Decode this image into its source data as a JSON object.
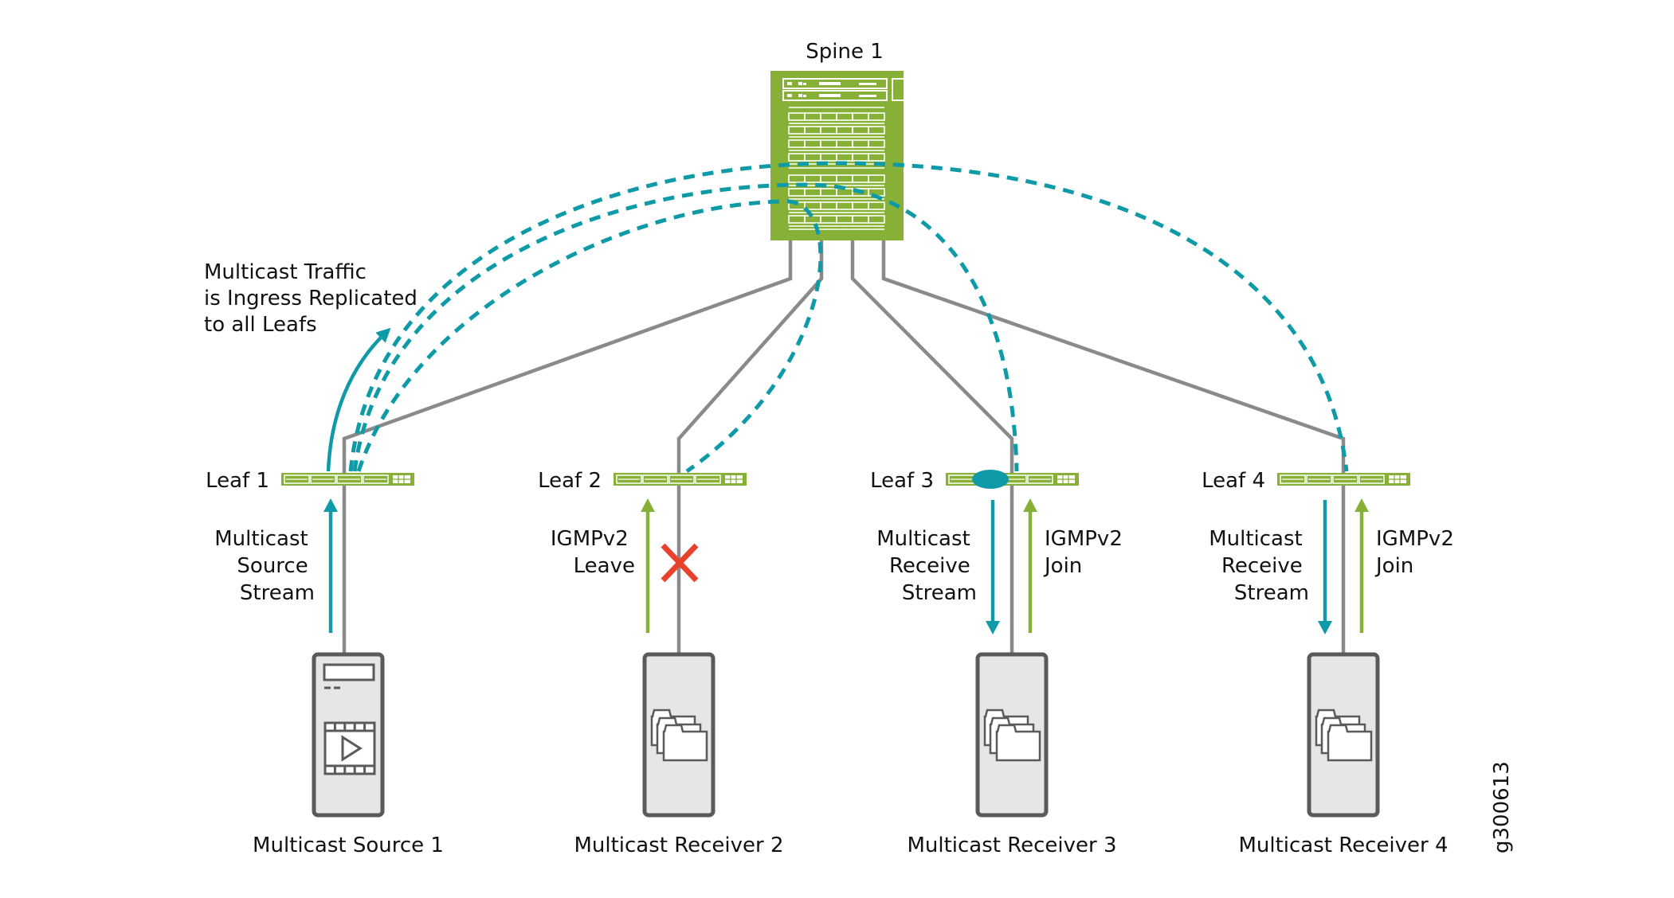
{
  "colors": {
    "switch_green": "#86b036",
    "multicast_teal": "#0e9aa7",
    "igmp_green": "#86b036",
    "link_gray": "#8a8a8c",
    "server_fill": "#e6e6e6",
    "server_stroke": "#5a5a5a",
    "blocked_red": "#e8412c"
  },
  "spine": {
    "label": "Spine 1"
  },
  "annotation": {
    "lines": [
      "Multicast Traffic",
      "is Ingress Replicated",
      "to all Leafs"
    ]
  },
  "leafs": [
    {
      "label": "Leaf 1"
    },
    {
      "label": "Leaf 2"
    },
    {
      "label": "Leaf 3",
      "has_marker": true
    },
    {
      "label": "Leaf 4"
    }
  ],
  "hosts": [
    {
      "label": "Multicast Source 1",
      "icon": "video-play-icon"
    },
    {
      "label": "Multicast Receiver 2",
      "icon": "folders-icon"
    },
    {
      "label": "Multicast Receiver 3",
      "icon": "folders-icon"
    },
    {
      "label": "Multicast Receiver 4",
      "icon": "folders-icon"
    }
  ],
  "flows": {
    "source_stream": [
      "Multicast",
      "Source",
      "Stream"
    ],
    "leave": [
      "IGMPv2",
      "Leave"
    ],
    "receive_stream": [
      "Multicast",
      "Receive",
      "Stream"
    ],
    "join": [
      "IGMPv2",
      "Join"
    ]
  },
  "figure_id": "g300613"
}
